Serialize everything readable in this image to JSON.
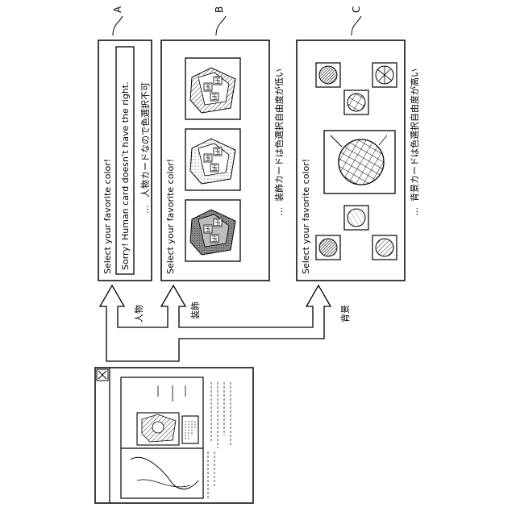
{
  "labels": {
    "a": "A",
    "b": "B",
    "c": "C"
  },
  "panel_a": {
    "prompt": "Select your favorite color!",
    "message": "Sorry! Human card doesn’t have the right.",
    "caption_dots": "…",
    "caption": "人物カードなので色選択不可"
  },
  "panel_b": {
    "prompt": "Select your favorite color!",
    "caption_dots": "…",
    "caption": "装飾カードは色選択自由度が低い"
  },
  "panel_c": {
    "prompt": "Select your favorite color!",
    "caption_dots": "…",
    "caption": "背景カードは色選択自由度が高い"
  },
  "arrows": {
    "person": "人物",
    "decoration": "装飾",
    "background": "背景"
  },
  "card_glyph": "玉"
}
